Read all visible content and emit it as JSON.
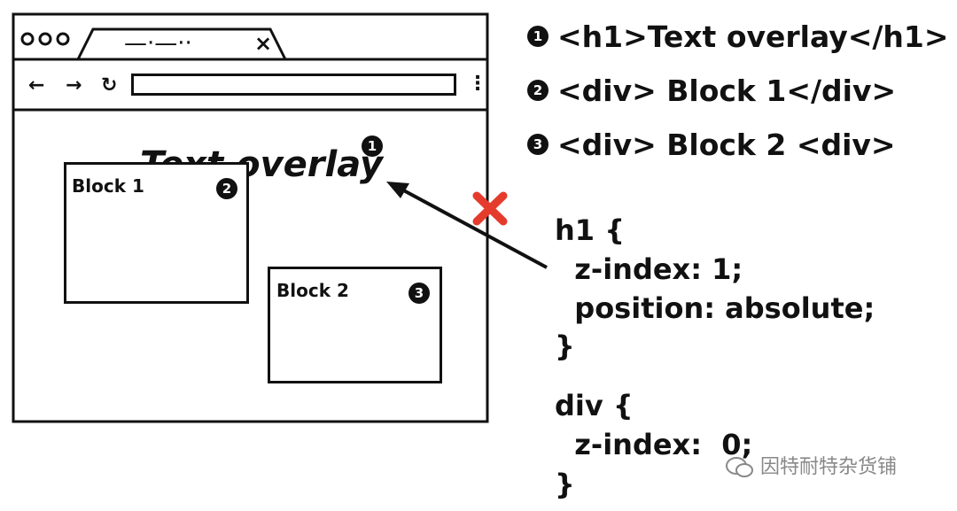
{
  "browser": {
    "tab_title": "—·—··",
    "tab_close": "×",
    "nav": {
      "back": "←",
      "forward": "→",
      "reload": "↻",
      "menu": "⋮"
    },
    "address_value": ""
  },
  "page": {
    "overlay_text": "Text overlay",
    "block1_label": "Block 1",
    "block2_label": "Block 2"
  },
  "badges": {
    "one": "1",
    "two": "2",
    "three": "3"
  },
  "legend": [
    {
      "badge": "1",
      "text": "<h1>Text overlay</h1>"
    },
    {
      "badge": "2",
      "text": "<div> Block 1</div>"
    },
    {
      "badge": "3",
      "text": "<div> Block 2 <div>"
    }
  ],
  "code": {
    "h1_open": "h1 {",
    "h1_z": "  z-index: 1;",
    "h1_pos": "  position: absolute;",
    "h1_close": "}",
    "div_open": "div {",
    "div_z": "  z-index:  0;",
    "div_close": "}"
  },
  "watermark": "因特耐特杂货铺",
  "colors": {
    "stroke": "#111111",
    "cross": "#e53b2c",
    "watermark": "#888888"
  }
}
